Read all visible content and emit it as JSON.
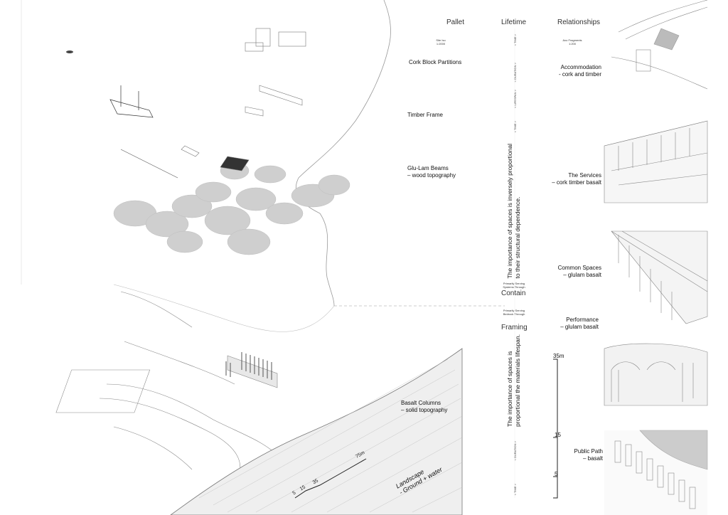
{
  "headers": {
    "pallet": "Pallet",
    "lifetime": "Lifetime",
    "relationships": "Relationships"
  },
  "site_iso": {
    "line1": "Site Iso",
    "line2": "1:2000"
  },
  "avo_fragments": {
    "line1": "Axo Fragments",
    "line2": "1:200"
  },
  "pallet_items": [
    {
      "line1": "Cork Block Partitions",
      "line2": ""
    },
    {
      "line1": "Timber Frame",
      "line2": ""
    },
    {
      "line1": "Glu-Lam Beams",
      "line2": "– wood topography"
    },
    {
      "line1": "Basalt Columns",
      "line2": "– solid topography"
    }
  ],
  "relationship_items": [
    {
      "line1": "Accommodation",
      "line2": "- cork and timber"
    },
    {
      "line1": "The Services",
      "line2": "– cork timber basalt"
    },
    {
      "line1": "Common Spaces",
      "line2": "– glulam basalt"
    },
    {
      "line1": "Performance",
      "line2": "– glulam basalt"
    },
    {
      "line1": "Public Path",
      "line2": "– basalt"
    }
  ],
  "timeline_ticks": [
    "< TIME >",
    "< DURATION >",
    "< LIFESPAN >",
    "< TIME >",
    "< DURATION >",
    "< TIME >"
  ],
  "statement_1": {
    "line1": "The importance of spaces is inversely proportional",
    "line2": "to their structural dependence."
  },
  "statement_2": {
    "line1": "The importance of spaces is",
    "line2": "proportional the materials lifespan."
  },
  "contain": {
    "small1": "Primarily Serving",
    "small2": "Systems Through",
    "label": "Contain"
  },
  "framing": {
    "small1": "Primarily Serving",
    "small2": "Bedrock Through",
    "label": "Framing"
  },
  "height_scale": {
    "top": "35m",
    "mid": "15",
    "low": "5"
  },
  "landscape": {
    "line1": "Landscape",
    "line2": "- Ground + water"
  },
  "map_scale": {
    "a": "5",
    "b": "15",
    "c": "35",
    "d": "75m"
  }
}
